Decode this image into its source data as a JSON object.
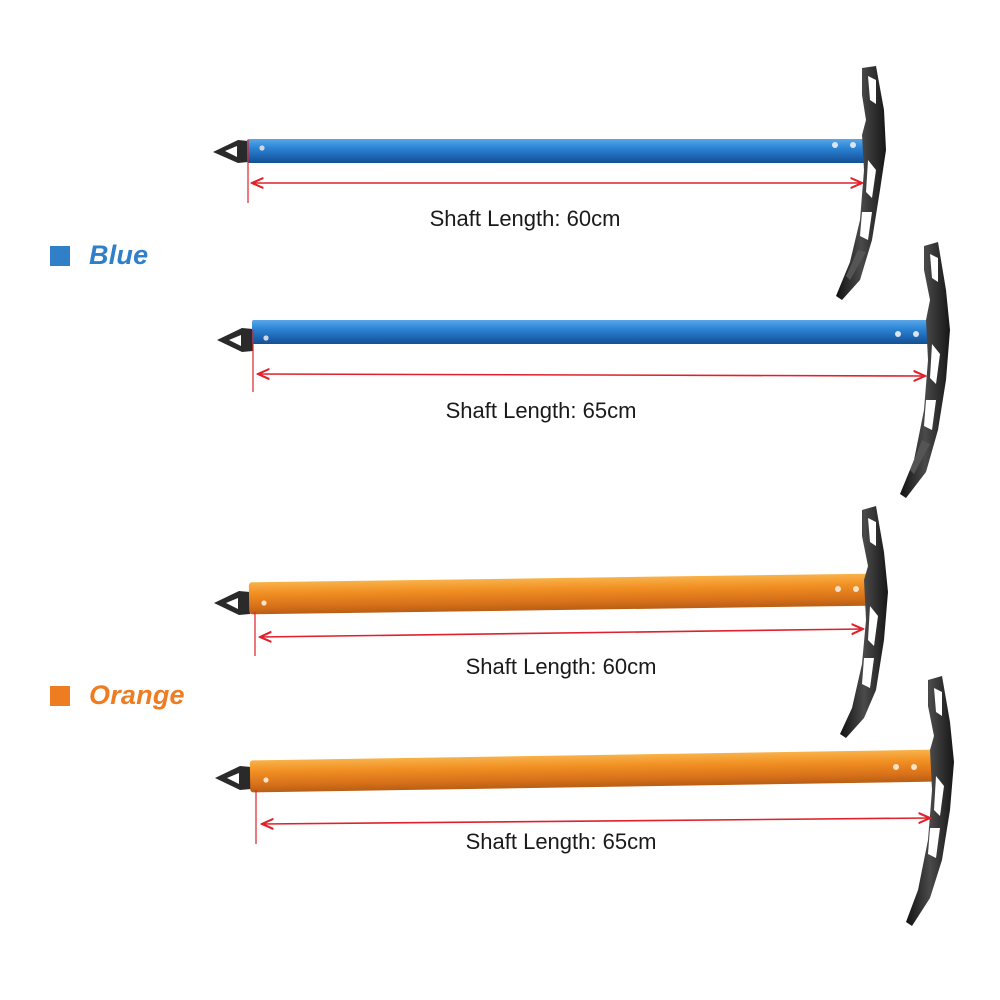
{
  "legend": {
    "blue": {
      "label": "Blue",
      "color": "#2f7fc9"
    },
    "orange": {
      "label": "Orange",
      "color": "#ee7d22"
    }
  },
  "axes": [
    {
      "color": "blue",
      "shaft_color": "#2a80cf",
      "measure_label": "Shaft Length: 60cm"
    },
    {
      "color": "blue",
      "shaft_color": "#2a80cf",
      "measure_label": "Shaft Length: 65cm"
    },
    {
      "color": "orange",
      "shaft_color": "#f0891e",
      "measure_label": "Shaft Length: 60cm"
    },
    {
      "color": "orange",
      "shaft_color": "#f0891e",
      "measure_label": "Shaft Length: 65cm"
    }
  ],
  "colors": {
    "measure_line": "#e0202a",
    "head_metal": "#2b2b2b"
  },
  "icons": {
    "legend_swatch": "square-swatch-icon",
    "ice_axe": "ice-axe-icon"
  }
}
